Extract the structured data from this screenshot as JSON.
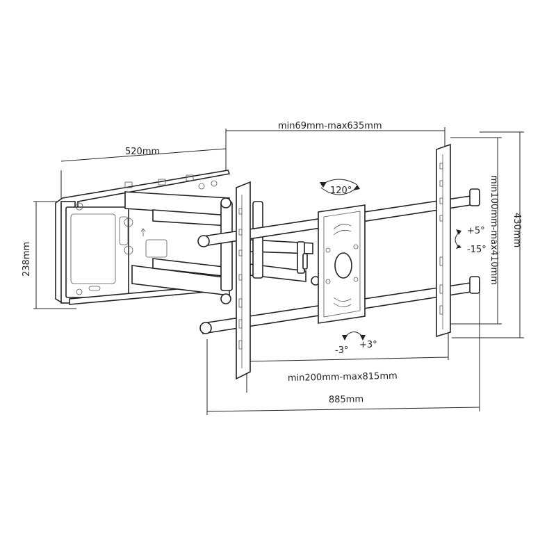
{
  "dimensions": {
    "depth": "520mm",
    "wall_plate_height": "238mm",
    "extension": "min69mm-max635mm",
    "vesa_horizontal": "min200mm-max815mm",
    "total_width": "885mm",
    "vesa_vertical": "min100mm-max410mm",
    "total_height": "430mm"
  },
  "rotation": {
    "swivel": "120°",
    "tilt_up": "+5°",
    "tilt_down": "-15°",
    "level_minus": "-3°",
    "level_plus": "+3°"
  }
}
